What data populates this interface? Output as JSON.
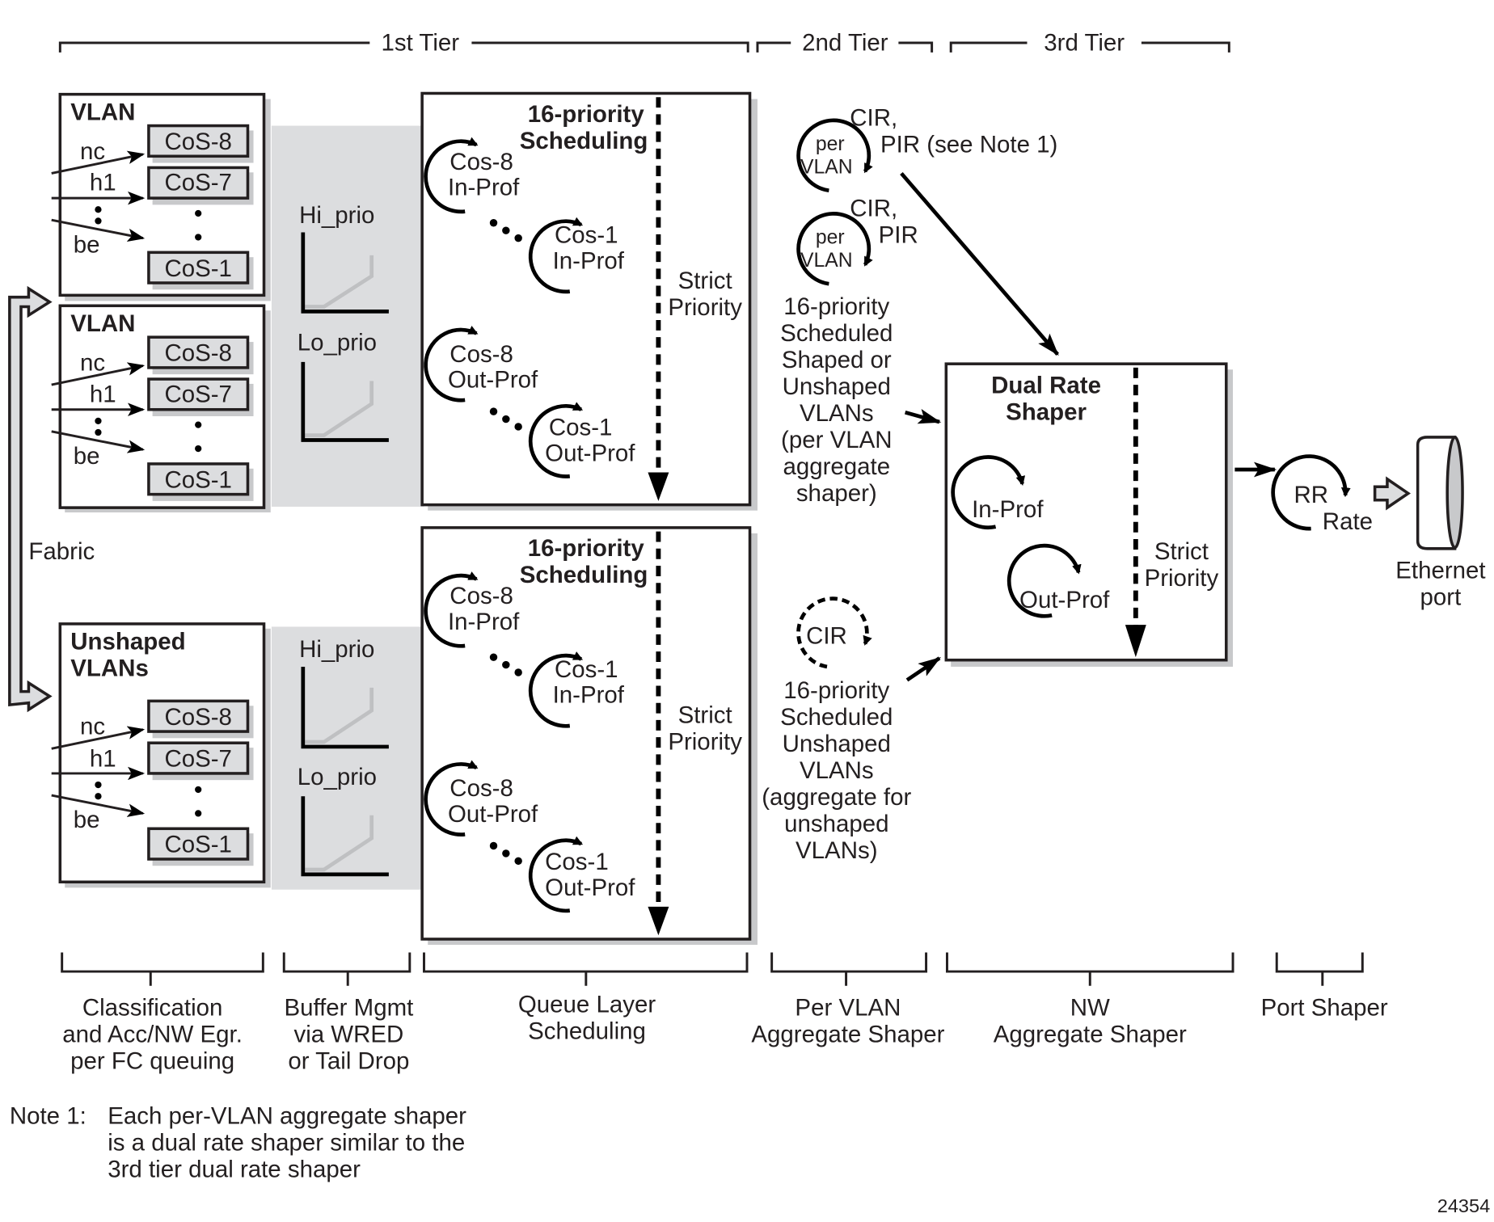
{
  "tiers": {
    "first": "1st Tier",
    "second": "2nd Tier",
    "third": "3rd Tier"
  },
  "vlan_boxes": [
    {
      "title": "VLAN",
      "inputs": [
        "nc",
        "h1",
        "be"
      ],
      "queues": [
        "CoS-8",
        "CoS-7",
        "CoS-1"
      ]
    },
    {
      "title": "VLAN",
      "inputs": [
        "nc",
        "h1",
        "be"
      ],
      "queues": [
        "CoS-8",
        "CoS-7",
        "CoS-1"
      ]
    },
    {
      "title_line1": "Unshaped",
      "title_line2": "VLANs",
      "inputs": [
        "nc",
        "h1",
        "be"
      ],
      "queues": [
        "CoS-8",
        "CoS-7",
        "CoS-1"
      ]
    }
  ],
  "fabric_label": "Fabric",
  "buffer": {
    "hi": "Hi_prio",
    "lo": "Lo_prio"
  },
  "schedulers": [
    {
      "title1": "16-priority",
      "title2": "Scheduling",
      "items": [
        [
          "Cos-8",
          "In-Prof"
        ],
        [
          "Cos-1",
          "In-Prof"
        ],
        [
          "Cos-8",
          "Out-Prof"
        ],
        [
          "Cos-1",
          "Out-Prof"
        ]
      ],
      "strict1": "Strict",
      "strict2": "Priority"
    },
    {
      "title1": "16-priority",
      "title2": "Scheduling",
      "items": [
        [
          "Cos-8",
          "In-Prof"
        ],
        [
          "Cos-1",
          "In-Prof"
        ],
        [
          "Cos-8",
          "Out-Prof"
        ],
        [
          "Cos-1",
          "Out-Prof"
        ]
      ],
      "strict1": "Strict",
      "strict2": "Priority"
    }
  ],
  "per_vlan": {
    "shaper1": {
      "inner1": "per",
      "inner2": "VLAN",
      "rate1": "CIR,",
      "rate2": "PIR (see Note 1)"
    },
    "shaper2": {
      "inner1": "per",
      "inner2": "VLAN",
      "rate1": "CIR,",
      "rate2": "PIR"
    },
    "shaped_desc": [
      "16-priority",
      "Scheduled",
      "Shaped or",
      "Unshaped",
      "VLANs",
      "(per VLAN",
      "aggregate",
      "shaper)"
    ],
    "cir": "CIR",
    "unshaped_desc": [
      "16-priority",
      "Scheduled",
      "Unshaped",
      "VLANs",
      "(aggregate for",
      "unshaped",
      "VLANs)"
    ]
  },
  "dual_rate": {
    "title1": "Dual Rate",
    "title2": "Shaper",
    "in_prof": "In-Prof",
    "out_prof": "Out-Prof",
    "strict1": "Strict",
    "strict2": "Priority"
  },
  "port": {
    "rr": "RR",
    "rate": "Rate",
    "eth1": "Ethernet",
    "eth2": "port"
  },
  "stages": [
    [
      "Classification",
      "and Acc/NW Egr.",
      "per FC queuing"
    ],
    [
      "Buffer Mgmt",
      "via WRED",
      "or Tail Drop"
    ],
    [
      "Queue Layer",
      "Scheduling"
    ],
    [
      "Per VLAN",
      "Aggregate Shaper"
    ],
    [
      "NW",
      "Aggregate Shaper"
    ],
    [
      "Port Shaper"
    ]
  ],
  "note": {
    "prefix": "Note 1:",
    "lines": [
      "Each per-VLAN aggregate shaper",
      "is a dual rate shaper similar to the",
      "3rd tier dual rate shaper"
    ]
  },
  "figure_id": "24354"
}
